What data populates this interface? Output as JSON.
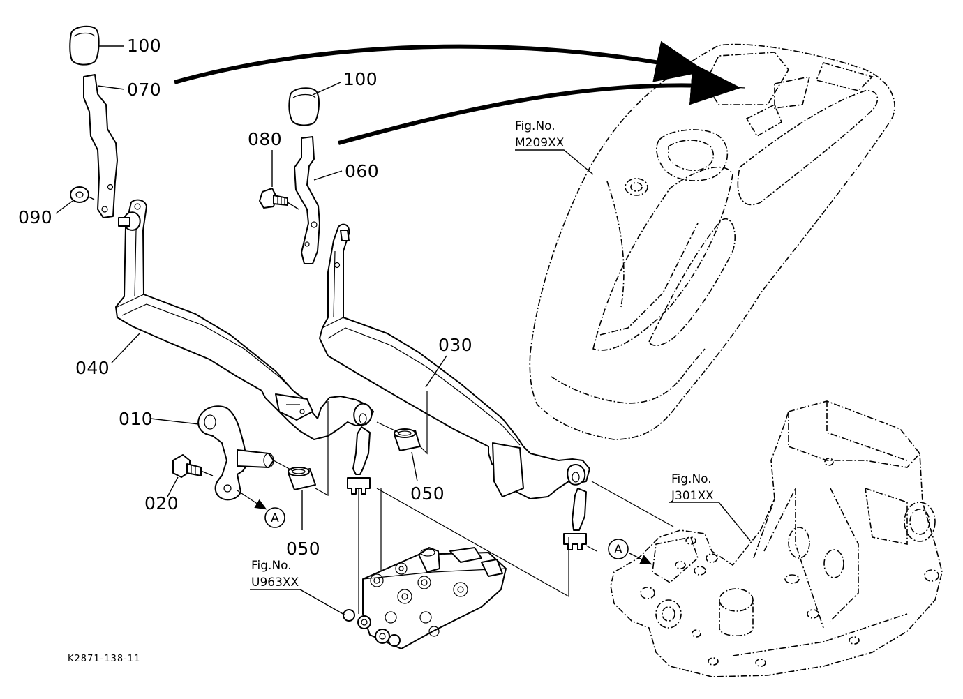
{
  "diagram_code": "K2871-138-11",
  "labels": {
    "l100a": "100",
    "l070": "070",
    "l090": "090",
    "l100b": "100",
    "l080": "080",
    "l060": "060",
    "l040": "040",
    "l030": "030",
    "l010": "010",
    "l020": "020",
    "l050a": "050",
    "l050b": "050"
  },
  "refs": {
    "m209_prefix": "Fig.No.",
    "m209_code": "M209XX",
    "j301_prefix": "Fig.No.",
    "j301_code": "J301XX",
    "u963_prefix": "Fig.No.",
    "u963_code": "U963XX"
  },
  "markers": {
    "a1": "A",
    "a2": "A"
  }
}
